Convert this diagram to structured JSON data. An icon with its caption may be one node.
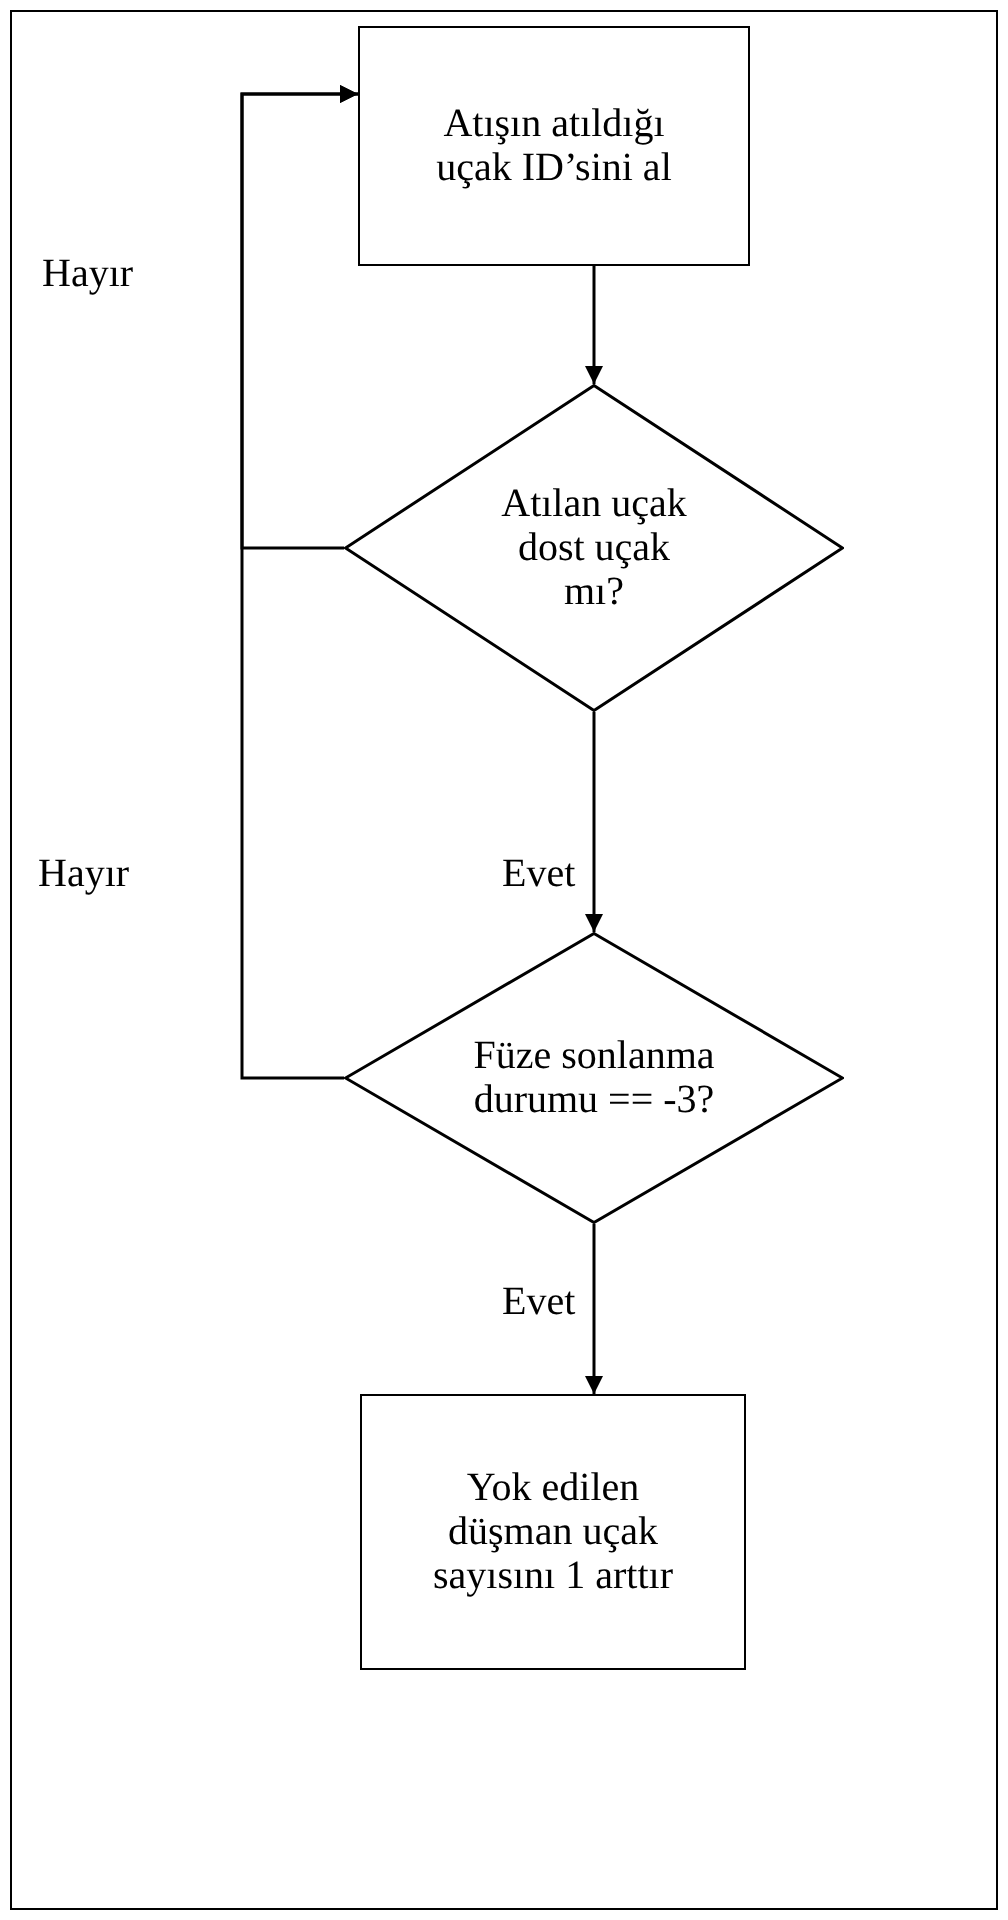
{
  "diagram": {
    "nodes": [
      {
        "text": [
          "Atışın atıldığı uçak ID’sini al"
        ]
      },
      {
        "text": [
          "Atılan uçak dost uçak mı?"
        ]
      },
      {
        "text": [
          "Füze sonlanma durumu == -3?"
        ]
      },
      {
        "text": [
          "Yok edilen düşman uçak sayısını 1 arttır"
        ]
      }
    ],
    "edges": [
      {
        "from": 0,
        "to": 1,
        "arrow": "to"
      },
      {
        "from": 1,
        "to": 0,
        "arrow": "to",
        "label": "Hayır"
      },
      {
        "from": 1,
        "to": 2,
        "arrow": "to",
        "label": "Evet"
      },
      {
        "from": 2,
        "to": 0,
        "arrow": "to",
        "label": "Hayır"
      },
      {
        "from": 2,
        "to": 3,
        "arrow": "to",
        "label": "Evet"
      }
    ]
  }
}
